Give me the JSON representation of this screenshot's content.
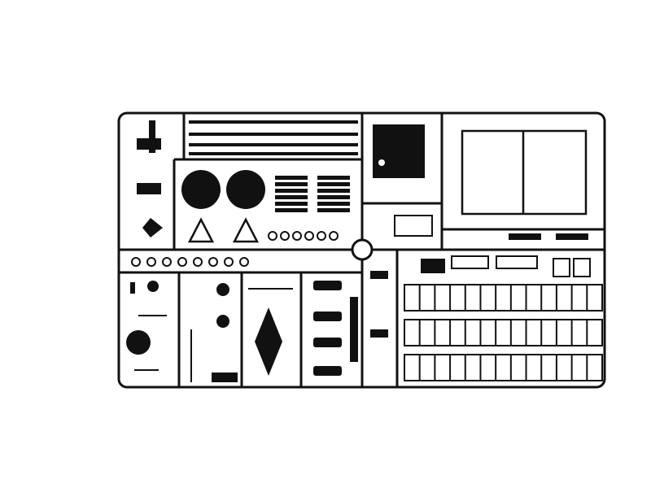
{
  "diagram": {
    "subject": "plastic-model-kit-sprue",
    "colors": {
      "ink": "#111111",
      "background": "#ffffff",
      "fill": "#1a1a1a"
    },
    "ladder_rows": 3,
    "ladder_rungs_per_row": 13
  }
}
